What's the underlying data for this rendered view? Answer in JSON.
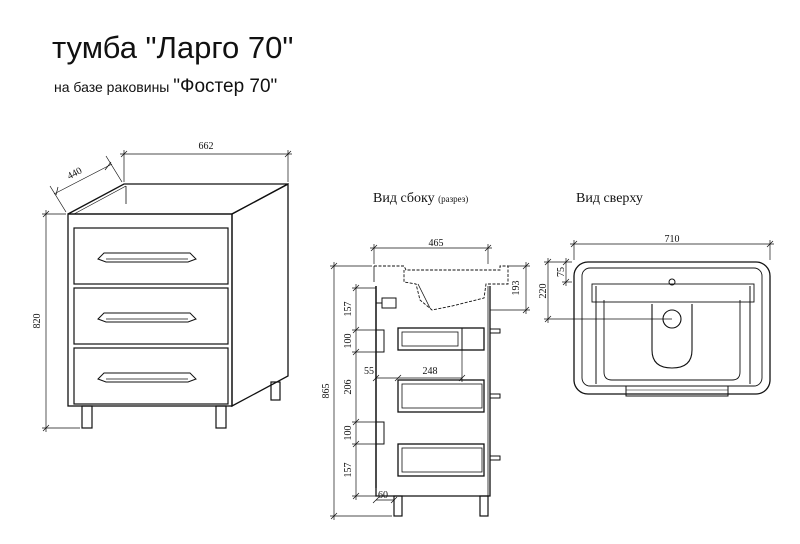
{
  "title": "тумба \"Ларго 70\"",
  "subtitle_prefix": "на базе раковины ",
  "subtitle_name": "\"Фостер 70\"",
  "views": {
    "side_label": "Вид сбоку",
    "side_note": "(разрез)",
    "top_label": "Вид сверху"
  },
  "dimensions": {
    "front": {
      "width": "662",
      "depth": "440",
      "height": "820"
    },
    "side": {
      "depth": "465",
      "basin": "193",
      "overall": "865",
      "seg1": "157",
      "seg2": "100",
      "seg3": "206",
      "seg4": "100",
      "seg5": "157",
      "offset": "55",
      "drawer": "248",
      "leg": "60"
    },
    "top": {
      "width": "710",
      "depth": "220",
      "inner": "75"
    }
  },
  "colors": {
    "line": "#111111",
    "background": "#ffffff"
  }
}
